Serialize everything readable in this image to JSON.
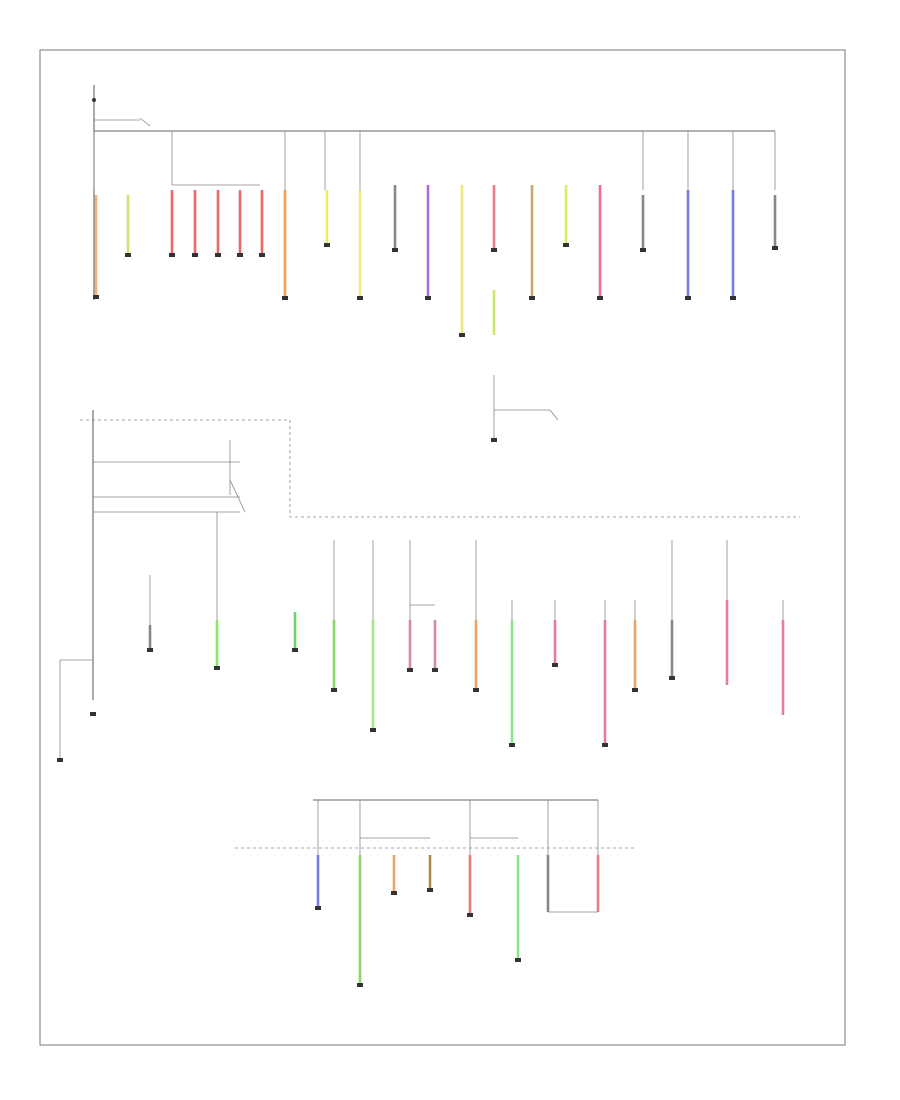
{
  "diagram": {
    "footer_code": "",
    "sections": [
      {
        "name": "upper-power-distribution",
        "source_label": "",
        "bus_label": "",
        "branches": [
          {
            "id": "u1",
            "color": "#f4b27a"
          },
          {
            "id": "u2",
            "color": "#c7e66a"
          },
          {
            "id": "u3",
            "color": "#e86a6a"
          },
          {
            "id": "u4",
            "color": "#e86a6a"
          },
          {
            "id": "u5",
            "color": "#e86a6a"
          },
          {
            "id": "u6",
            "color": "#e86a6a"
          },
          {
            "id": "u7",
            "color": "#e86a6a"
          },
          {
            "id": "u8",
            "color": "#f0a24a"
          },
          {
            "id": "u9",
            "color": "#e8ee6a"
          },
          {
            "id": "u10",
            "color": "#eaea7a"
          },
          {
            "id": "u11",
            "color": "#888888"
          },
          {
            "id": "u12",
            "color": "#b36ad6"
          },
          {
            "id": "u13",
            "color": "#eaea7a"
          },
          {
            "id": "u14",
            "color": "#e87a8a"
          },
          {
            "id": "u15",
            "color": "#c9a86a"
          },
          {
            "id": "u16",
            "color": "#dde86a"
          },
          {
            "id": "u17",
            "color": "#ef6aa0"
          },
          {
            "id": "u18",
            "color": "#888888"
          },
          {
            "id": "u19",
            "color": "#7a7ae8"
          },
          {
            "id": "u20",
            "color": "#7a7ae8"
          },
          {
            "id": "u21",
            "color": "#888888"
          }
        ]
      },
      {
        "name": "middle-power-distribution",
        "source_label": "",
        "bus_label": "",
        "branches": [
          {
            "id": "m1",
            "color": "#888888"
          },
          {
            "id": "m2",
            "color": "#8ae86a"
          },
          {
            "id": "m3",
            "color": "#6ad66a"
          },
          {
            "id": "m4",
            "color": "#8ad66a"
          },
          {
            "id": "m5",
            "color": "#a6e68a"
          },
          {
            "id": "m6",
            "color": "#d68aa0"
          },
          {
            "id": "m7",
            "color": "#d68aa0"
          },
          {
            "id": "m8",
            "color": "#e8a46a"
          },
          {
            "id": "m9",
            "color": "#8ae88a"
          },
          {
            "id": "m10",
            "color": "#e87aa6"
          },
          {
            "id": "m11",
            "color": "#e87aa6"
          },
          {
            "id": "m12",
            "color": "#e8a46a"
          },
          {
            "id": "m13",
            "color": "#888888"
          },
          {
            "id": "m14",
            "color": "#e87aa6"
          },
          {
            "id": "m15",
            "color": "#e87aa6"
          }
        ]
      },
      {
        "name": "lower-power-distribution",
        "source_label": "",
        "bus_label": "",
        "branches": [
          {
            "id": "l1",
            "color": "#7a7ae8"
          },
          {
            "id": "l2",
            "color": "#8ad66a"
          },
          {
            "id": "l3",
            "color": "#e8a46a"
          },
          {
            "id": "l4",
            "color": "#b08a4a"
          },
          {
            "id": "l5",
            "color": "#e87a7a"
          },
          {
            "id": "l6",
            "color": "#8ae88a"
          },
          {
            "id": "l7",
            "color": "#888888"
          },
          {
            "id": "l8",
            "color": "#e87a8a"
          }
        ]
      }
    ]
  }
}
